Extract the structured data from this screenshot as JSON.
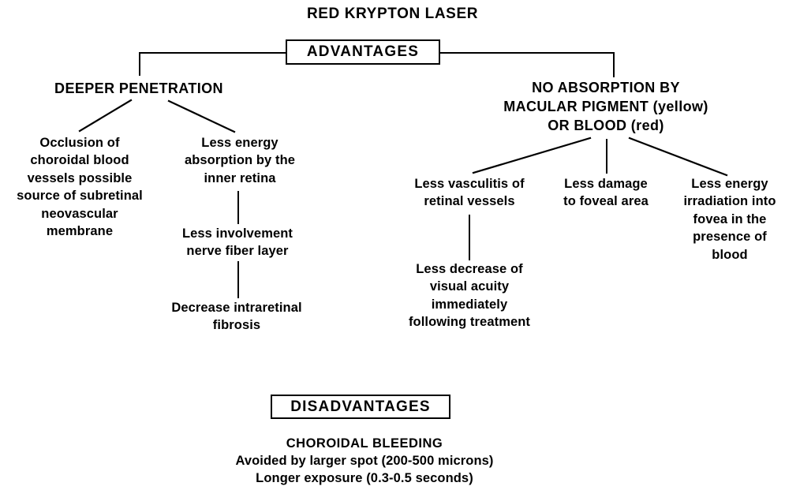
{
  "diagram": {
    "title": "RED KRYPTON LASER",
    "advantages": {
      "box_label": "ADVANTAGES",
      "branches": [
        {
          "heading": "DEEPER PENETRATION",
          "children": [
            {
              "text": "Occlusion of\nchoroidal blood\nvessels possible\nsource of subretinal\nneovascular\nmembrane",
              "children": []
            },
            {
              "text": "Less energy\nabsorption by the\ninner retina",
              "children": [
                {
                  "text": "Less involvement\nnerve fiber layer",
                  "children": [
                    {
                      "text": "Decrease intraretinal\nfibrosis",
                      "children": []
                    }
                  ]
                }
              ]
            }
          ]
        },
        {
          "heading": "NO ABSORPTION BY\nMACULAR PIGMENT (yellow)\nOR BLOOD (red)",
          "children": [
            {
              "text": "Less vasculitis of\nretinal vessels",
              "children": [
                {
                  "text": "Less decrease of\nvisual acuity\nimmediately\nfollowing treatment",
                  "children": []
                }
              ]
            },
            {
              "text": "Less damage\nto foveal area",
              "children": []
            },
            {
              "text": "Less energy\nirradiation into\nfovea in the\npresence of\nblood",
              "children": []
            }
          ]
        }
      ]
    },
    "disadvantages": {
      "box_label": "DISADVANTAGES",
      "heading": "CHOROIDAL BLEEDING",
      "lines": [
        "Avoided by larger spot (200-500 microns)",
        "Longer exposure (0.3-0.5 seconds)"
      ]
    },
    "colors": {
      "ink": "#000000",
      "paper": "#ffffff"
    }
  }
}
